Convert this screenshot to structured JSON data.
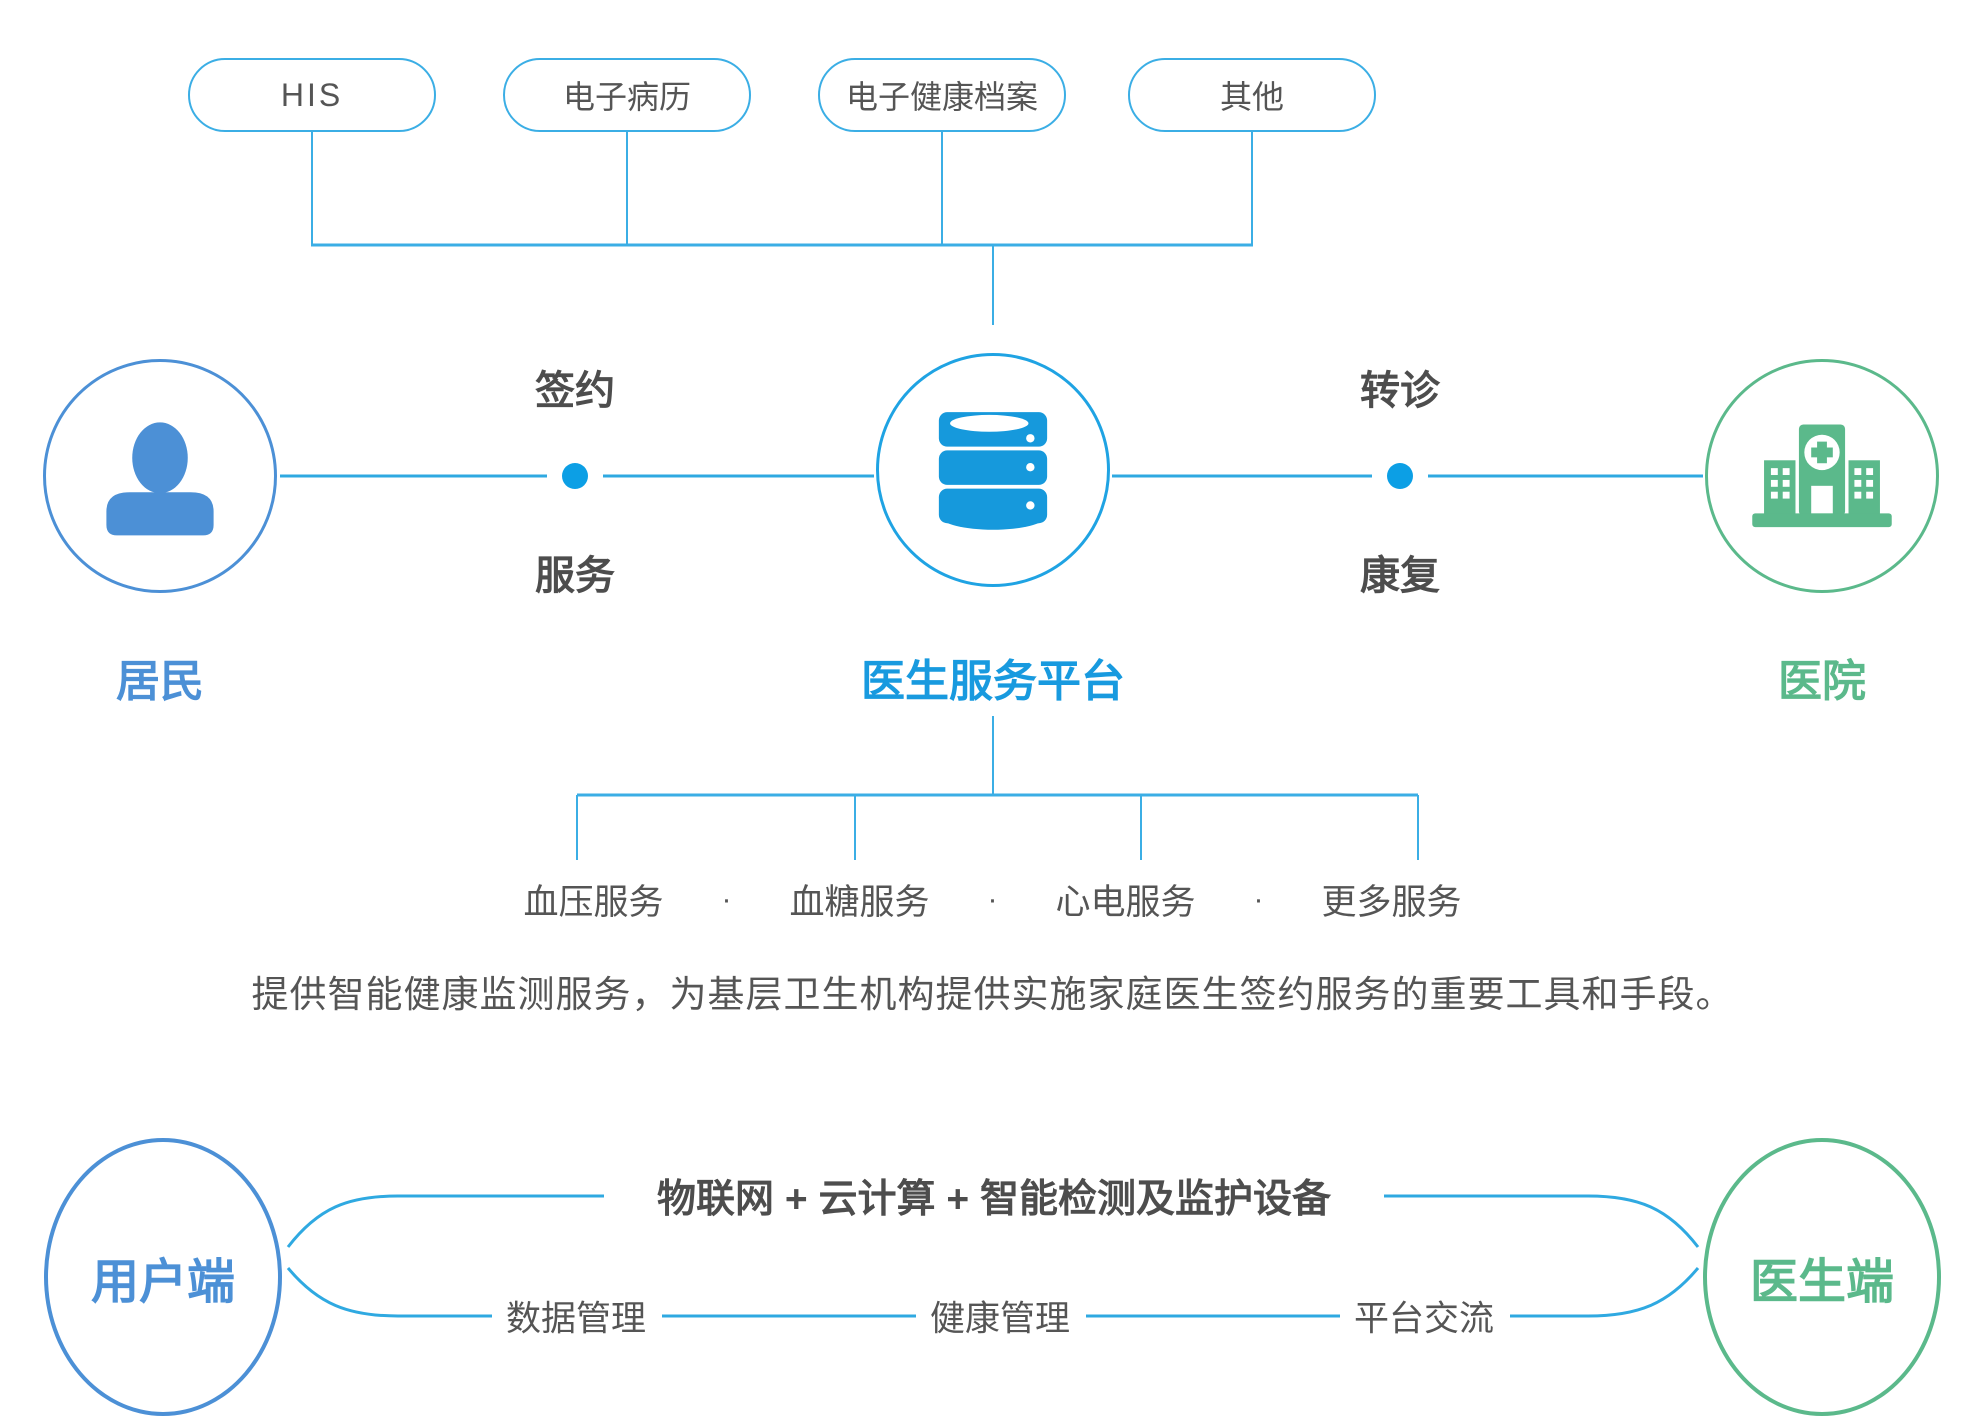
{
  "colors": {
    "line_blue": "#3BAEE5",
    "accent_blue": "#1FA3E3",
    "title_blue": "#189ADF",
    "person_blue": "#4C90D6",
    "green": "#5BB98B",
    "text_gray": "#555555",
    "label_dark": "#4D4D4D",
    "dot_blue": "#0C9FE5",
    "icon_blue": "#1699DC"
  },
  "top_sources": {
    "items": [
      {
        "label": "HIS"
      },
      {
        "label": "电子病历"
      },
      {
        "label": "电子健康档案"
      },
      {
        "label": "其他"
      }
    ]
  },
  "main_flow": {
    "left_node": {
      "label": "居民"
    },
    "center_node": {
      "label": "医生服务平台"
    },
    "right_node": {
      "label": "医院"
    },
    "left_link": {
      "top": "签约",
      "bottom": "服务"
    },
    "right_link": {
      "top": "转诊",
      "bottom": "康复"
    }
  },
  "services": {
    "separator": "·",
    "items": [
      {
        "label": "血压服务"
      },
      {
        "label": "血糖服务"
      },
      {
        "label": "心电服务"
      },
      {
        "label": "更多服务"
      }
    ]
  },
  "description": "提供智能健康监测服务，为基层卫生机构提供实施家庭医生签约服务的重要工具和手段。",
  "bottom_flow": {
    "left_node": {
      "label": "用户端"
    },
    "right_node": {
      "label": "医生端"
    },
    "top_link": {
      "label": "物联网 + 云计算 + 智能检测及监护设备"
    },
    "bottom_links": [
      {
        "label": "数据管理"
      },
      {
        "label": "健康管理"
      },
      {
        "label": "平台交流"
      }
    ]
  }
}
